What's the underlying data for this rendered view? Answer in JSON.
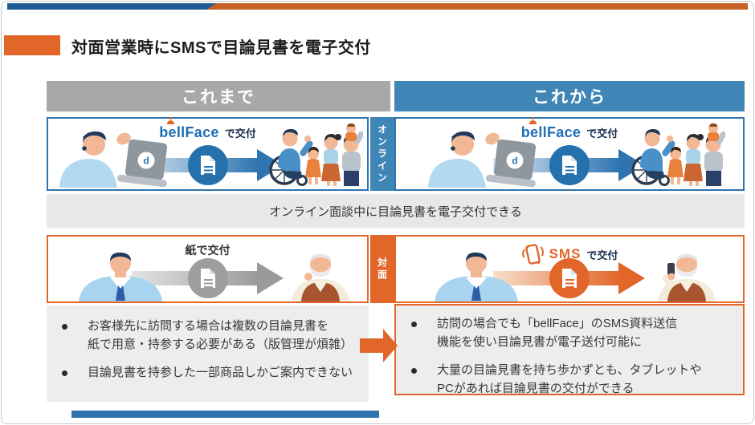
{
  "title": "対面営業時にSMSで目論見書を電子交付",
  "headers": {
    "before": "これまで",
    "after": "これから"
  },
  "tabs": {
    "online": "オンライン",
    "inperson": "対面"
  },
  "labels": {
    "bellface": "bellFace",
    "bellface_suffix": "で交付",
    "paper": "紙で交付",
    "sms": "SMS",
    "sms_suffix": "で交付",
    "laptop_logo": "d"
  },
  "caption": "オンライン面談中に目論見書を電子交付できる",
  "before_points": [
    "お客様先に訪問する場合は複数の目論見書を\n紙で用意・持参する必要がある（版管理が煩雑）",
    "目論見書を持参した一部商品しかご案内できない"
  ],
  "after_points": [
    "訪問の場合でも「bellFace」のSMS資料送信\n機能を使い目論見書が電子送付可能に",
    "大量の目論見書を持ち歩かずとも、タブレットや\nPCがあれば目論見書の交付ができる"
  ],
  "colors": {
    "template_blue": "#1e5c96",
    "steel_blue": "#3f86b7",
    "box_blue": "#2e74ae",
    "accent_orange": "#e2662a",
    "header_gray": "#a8a8a8"
  }
}
